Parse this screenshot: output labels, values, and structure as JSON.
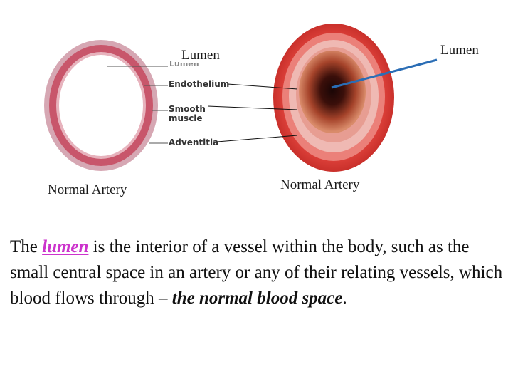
{
  "left_artery": {
    "lumen_label": "Lumen",
    "layer_labels": [
      "Endothelium",
      "Smooth muscle",
      "Adventitia"
    ],
    "caption": "Normal Artery"
  },
  "right_artery": {
    "lumen_label": "Lumen",
    "caption": "Normal Artery"
  },
  "description": {
    "lead": "The ",
    "term": "lumen",
    "body": " is the interior of a vessel within the body, such as the small central space in an artery or any of their relating vessels, which blood flows through – ",
    "emphasis": "the normal blood space",
    "end": "."
  }
}
